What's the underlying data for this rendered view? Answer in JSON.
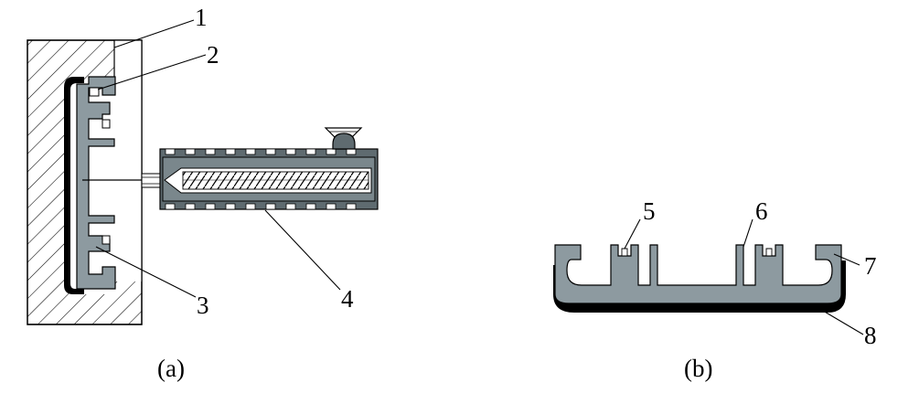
{
  "labels": {
    "part_1": "1",
    "part_2": "2",
    "part_3": "3",
    "part_4": "4",
    "part_5": "5",
    "part_6": "6",
    "part_7": "7",
    "part_8": "8"
  },
  "captions": {
    "a": "(a)",
    "b": "(b)"
  },
  "colors": {
    "hatch": "#000000",
    "polymer_grey": "#8d9aa0",
    "skin_black": "#000000",
    "barrel_dark": "#5f6b70"
  }
}
